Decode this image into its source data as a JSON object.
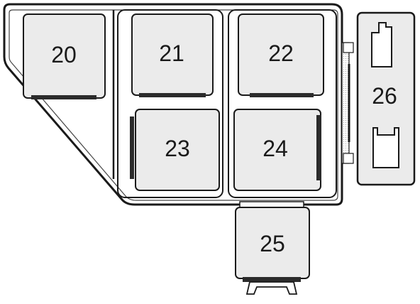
{
  "relays": {
    "r20": {
      "label": "20"
    },
    "r21": {
      "label": "21"
    },
    "r22": {
      "label": "22"
    },
    "r23": {
      "label": "23"
    },
    "r24": {
      "label": "24"
    },
    "r25": {
      "label": "25"
    },
    "r26": {
      "label": "26"
    }
  },
  "colors": {
    "outline": "#1a1a1a",
    "relay_fill": "#ebebeb",
    "terminal": "#2b2b2b",
    "background": "#ffffff"
  }
}
